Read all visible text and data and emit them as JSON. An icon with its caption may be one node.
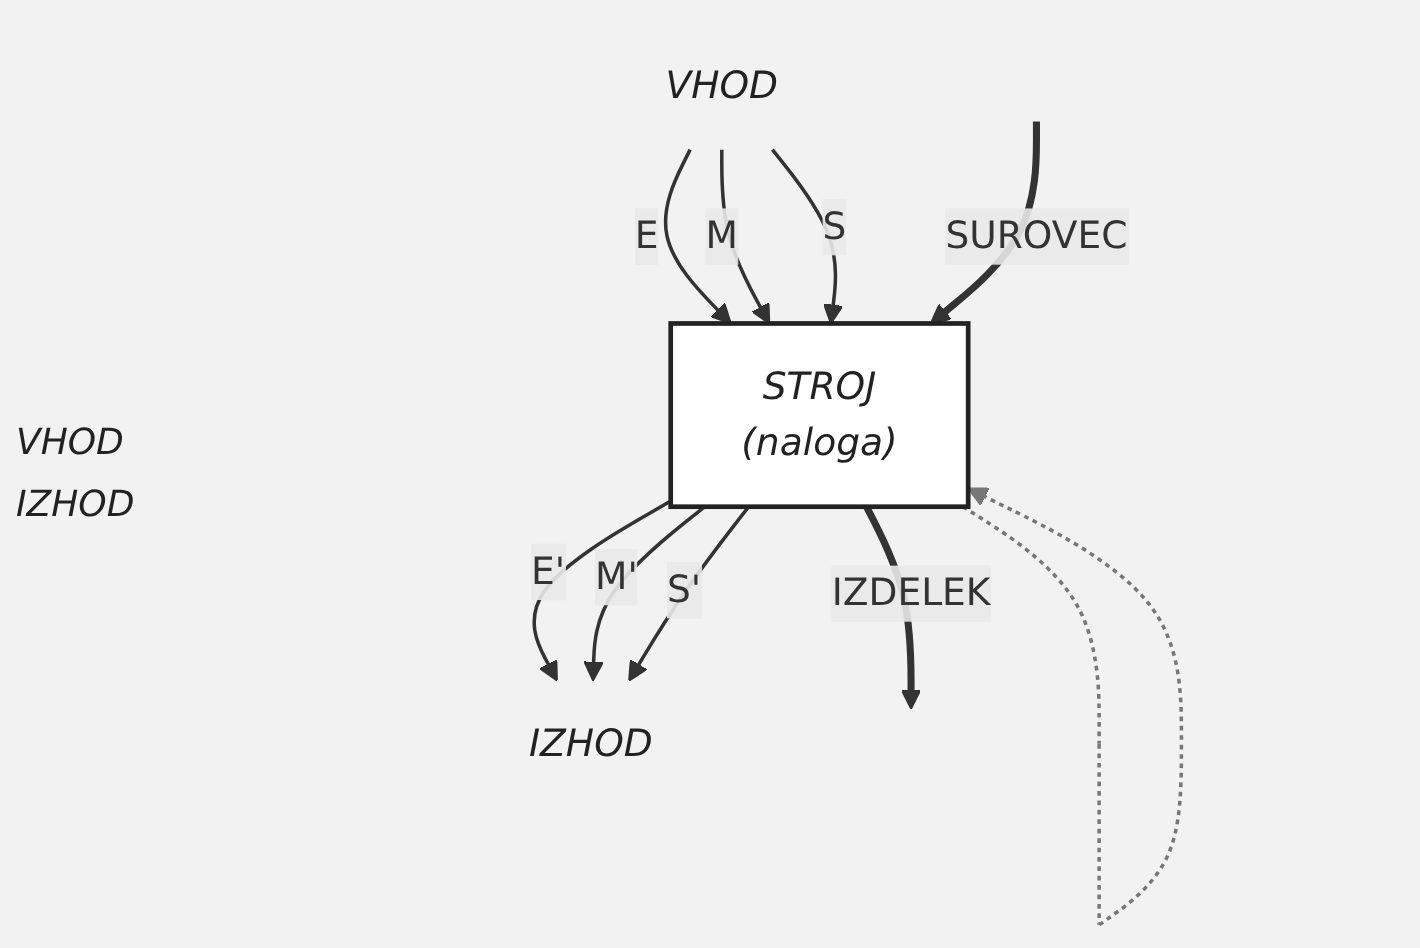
{
  "diagram": {
    "nodes": [
      {
        "text": [
          "VHOD"
        ]
      },
      {
        "text": [
          "STROJ",
          "(naloga)"
        ]
      },
      {
        "text": [
          "IZHOD"
        ]
      }
    ],
    "edges": [
      {
        "from": 0,
        "to": 1,
        "arrow": "to",
        "label": "E"
      },
      {
        "from": 0,
        "to": 1,
        "arrow": "to",
        "label": "M"
      },
      {
        "from": 0,
        "to": 1,
        "arrow": "to",
        "label": "S"
      },
      {
        "from": null,
        "to": 1,
        "arrow": "to",
        "label": "SUROVEC",
        "style": "thick"
      },
      {
        "from": 1,
        "to": null,
        "arrow": "to",
        "label": "IZDELEK",
        "style": "thick"
      },
      {
        "from": 1,
        "to": 2,
        "arrow": "to",
        "label": "E'"
      },
      {
        "from": 1,
        "to": 2,
        "arrow": "to",
        "label": "M'"
      },
      {
        "from": 1,
        "to": 2,
        "arrow": "to",
        "label": "S'"
      },
      {
        "from": 1,
        "to": 1,
        "arrow": "to",
        "style": "dashed",
        "color": "#777777"
      }
    ],
    "labels": [
      "VHOD",
      "IZHOD"
    ]
  }
}
